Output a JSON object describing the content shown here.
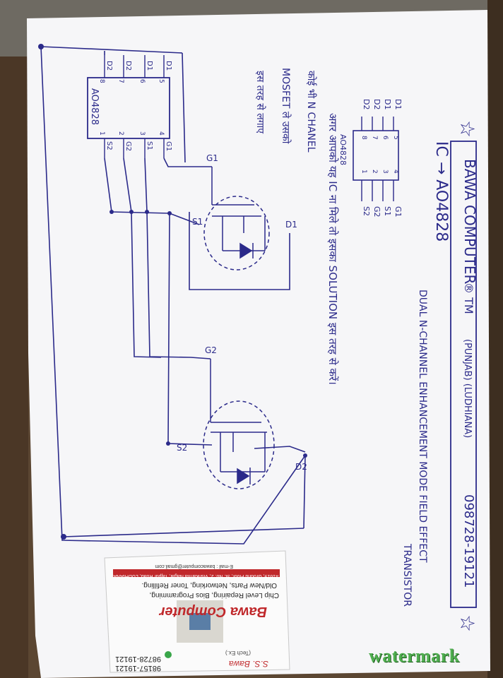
{
  "header": {
    "brand": "BAWA COMPUTER",
    "mark": "® TM",
    "location": "(PUNJAB) (LUDHIANA)",
    "phone": "098728-19121"
  },
  "ic_line": "IC → AO4828",
  "description_1": "DUAL N-CHANNEL ENHANCEMENT MODE FIELD EFFECT",
  "description_2": "TRANSISTOR",
  "hindi_note": [
    "अगर आपको यह IC ना मिले तो इसका SOLUTION इस तरह से करें।",
    "कोई भी N CHANEL",
    "MOSFET ले उसको",
    "इस तरह से लगाए"
  ],
  "pinout_small": {
    "label": "AO4828",
    "left_pins": [
      {
        "name": "D1",
        "num": "5"
      },
      {
        "name": "D1",
        "num": "6"
      },
      {
        "name": "D2",
        "num": "7"
      },
      {
        "name": "D2",
        "num": "8"
      }
    ],
    "right_pins": [
      {
        "num": "4",
        "name": "G1"
      },
      {
        "num": "3",
        "name": "S1"
      },
      {
        "num": "2",
        "name": "G2"
      },
      {
        "num": "1",
        "name": "S2"
      }
    ]
  },
  "pinout_large": {
    "label": "AO4828",
    "top_pins": [
      {
        "name": "D1",
        "num": "5"
      },
      {
        "name": "D1",
        "num": "6"
      },
      {
        "name": "D2",
        "num": "7"
      },
      {
        "name": "D2",
        "num": "8"
      }
    ],
    "bottom_pins": [
      {
        "num": "4",
        "name": "G1"
      },
      {
        "num": "3",
        "name": "S1"
      },
      {
        "num": "2",
        "name": "G2"
      },
      {
        "num": "1",
        "name": "S2"
      }
    ]
  },
  "mosfet_1": {
    "gate": "G1",
    "source": "S1",
    "drain": "D1"
  },
  "mosfet_2": {
    "gate": "G2",
    "source": "S2",
    "drain": "D2"
  },
  "business_card": {
    "name": "S.S. Bawa",
    "name_sub": "(Tech Ex.)",
    "phone_1": "98728-19121",
    "phone_2": "98157-19121",
    "company": "Bawa Computer",
    "services_1": "Chip Level Repairing, Bios Programming,",
    "services_2": "Old/New Parts, Networking, Toner Refilling.",
    "address": "#1619, Ground Floor, St. No. 2, Vishkarma Nagar, Tajpur Road, LUDHIANA",
    "email": "E-mail : bawacomputer@gmail.com"
  },
  "watermark": "watermark",
  "colors": {
    "ink": "#2b2a8a",
    "paper": "#f6f6f8",
    "card_red": "#c0282b"
  }
}
